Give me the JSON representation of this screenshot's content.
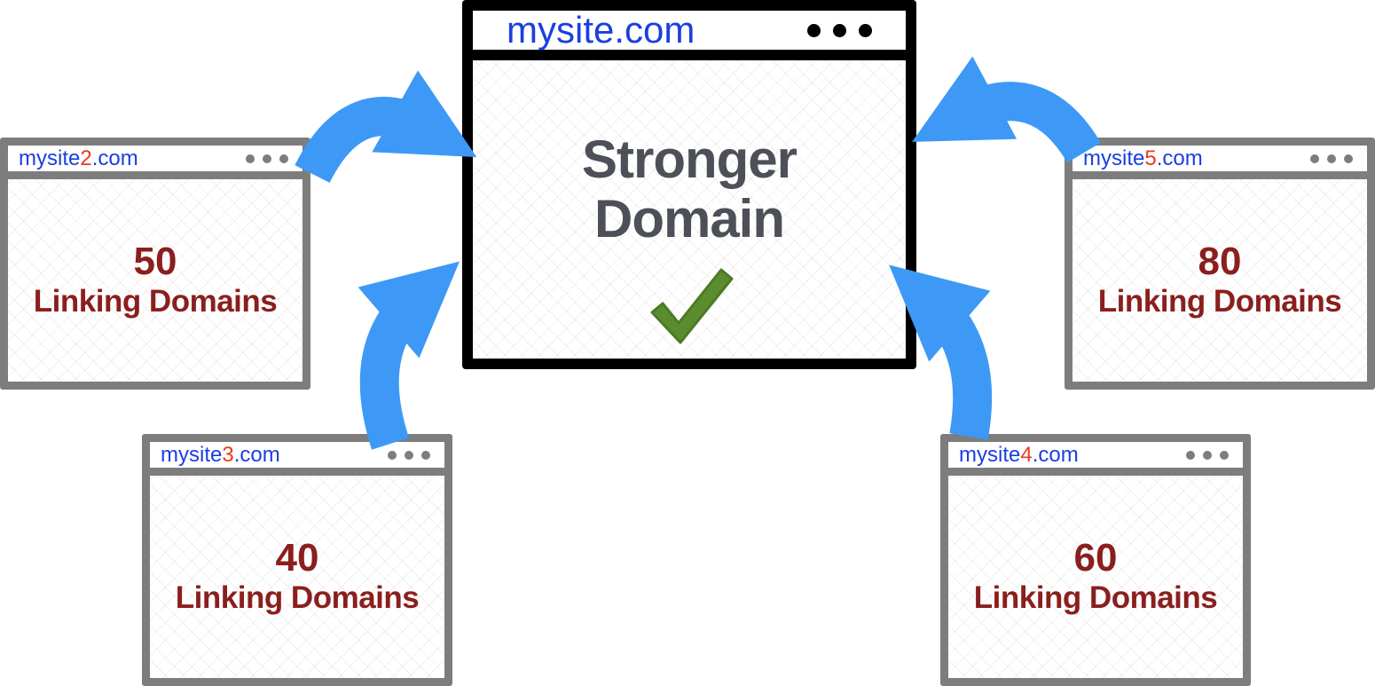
{
  "colors": {
    "url_blue": "#1a3fe0",
    "url_number_red": "#ea3a1c",
    "count_text": "#8a1f1d",
    "headline_gray": "#4d5058",
    "check_green": "#5b8c2e",
    "arrow_blue": "#3d99f5",
    "small_frame_gray": "#7d7d7d",
    "main_frame": "#000000"
  },
  "main_window": {
    "url": "mysite.com",
    "headline_line1": "Stronger",
    "headline_line2": "Domain",
    "icon": "checkmark-icon"
  },
  "linking_sites": [
    {
      "url_prefix": "mysite",
      "url_number": "2",
      "url_suffix": ".com",
      "count": "50",
      "label": "Linking Domains"
    },
    {
      "url_prefix": "mysite",
      "url_number": "3",
      "url_suffix": ".com",
      "count": "40",
      "label": "Linking Domains"
    },
    {
      "url_prefix": "mysite",
      "url_number": "4",
      "url_suffix": ".com",
      "count": "60",
      "label": "Linking Domains"
    },
    {
      "url_prefix": "mysite",
      "url_number": "5",
      "url_suffix": ".com",
      "count": "80",
      "label": "Linking Domains"
    }
  ],
  "arrows": [
    {
      "from": "mysite2.com",
      "to": "mysite.com",
      "icon": "curved-arrow-icon"
    },
    {
      "from": "mysite3.com",
      "to": "mysite.com",
      "icon": "curved-arrow-icon"
    },
    {
      "from": "mysite4.com",
      "to": "mysite.com",
      "icon": "curved-arrow-icon"
    },
    {
      "from": "mysite5.com",
      "to": "mysite.com",
      "icon": "curved-arrow-icon"
    }
  ]
}
